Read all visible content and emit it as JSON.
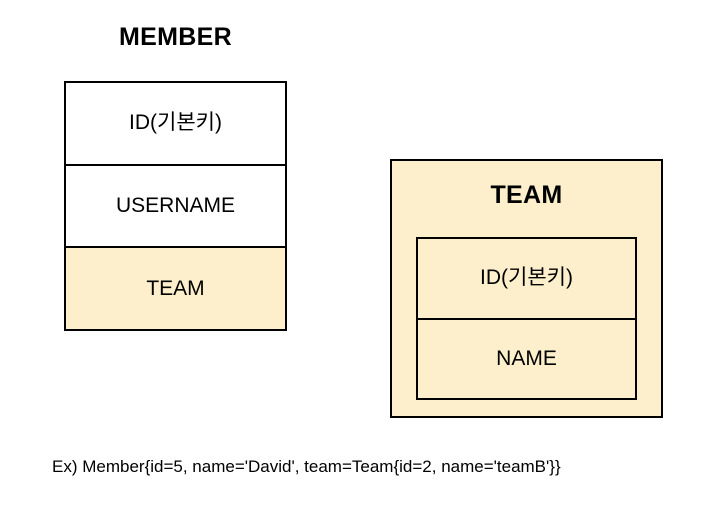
{
  "diagram": {
    "background_color": "#ffffff",
    "fill_color": "#FDEFCB",
    "border_color": "#000000",
    "member": {
      "title": "MEMBER",
      "rows": [
        {
          "label": "ID(기본키)",
          "highlighted": false
        },
        {
          "label": "USERNAME",
          "highlighted": false
        },
        {
          "label": "TEAM",
          "highlighted": true
        }
      ]
    },
    "team": {
      "title": "TEAM",
      "rows": [
        {
          "label": "ID(기본키)",
          "highlighted": true
        },
        {
          "label": "NAME",
          "highlighted": true
        }
      ]
    },
    "caption": "Ex) Member{id=5, name='David', team=Team{id=2, name='teamB'}}"
  }
}
